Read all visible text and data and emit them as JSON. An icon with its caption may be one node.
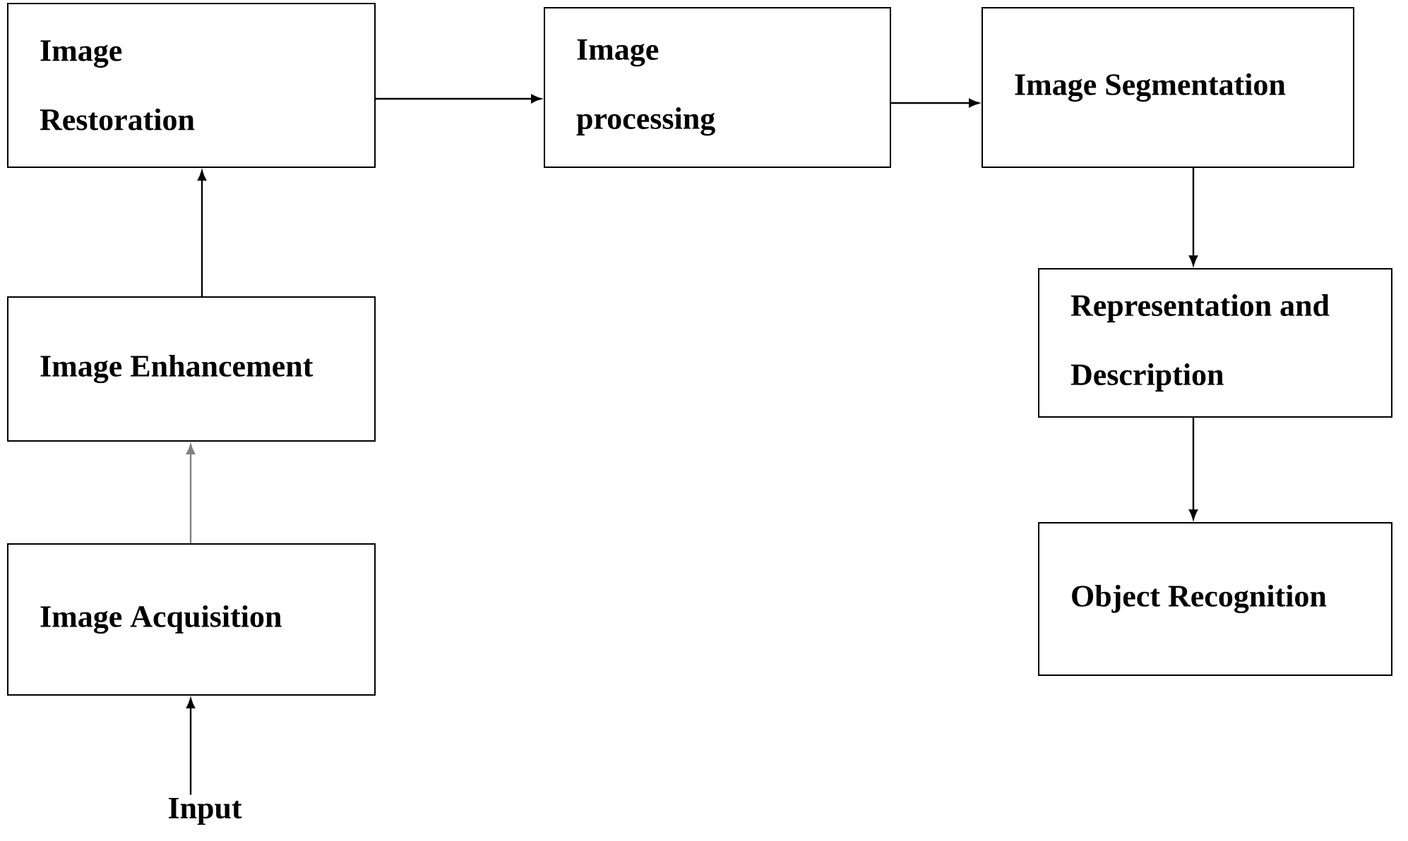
{
  "diagram": {
    "nodes": [
      {
        "text": [
          "Image Restoration"
        ]
      },
      {
        "text": [
          "Image processing"
        ]
      },
      {
        "text": [
          "Image Segmentation"
        ]
      },
      {
        "text": [
          "Image Enhancement"
        ]
      },
      {
        "text": [
          "Image Acquisition"
        ]
      },
      {
        "text": [
          "Representation and Description"
        ]
      },
      {
        "text": [
          "Object Recognition"
        ]
      },
      {
        "text": [
          "Input"
        ]
      }
    ],
    "edges": [
      {
        "from": 7,
        "to": 4,
        "arrow": "to"
      },
      {
        "from": 4,
        "to": 3,
        "arrow": "to",
        "color": "#808080"
      },
      {
        "from": 3,
        "to": 0,
        "arrow": "to"
      },
      {
        "from": 0,
        "to": 1,
        "arrow": "to"
      },
      {
        "from": 1,
        "to": 2,
        "arrow": "to"
      },
      {
        "from": 2,
        "to": 5,
        "arrow": "to"
      },
      {
        "from": 5,
        "to": 6,
        "arrow": "to"
      }
    ]
  }
}
